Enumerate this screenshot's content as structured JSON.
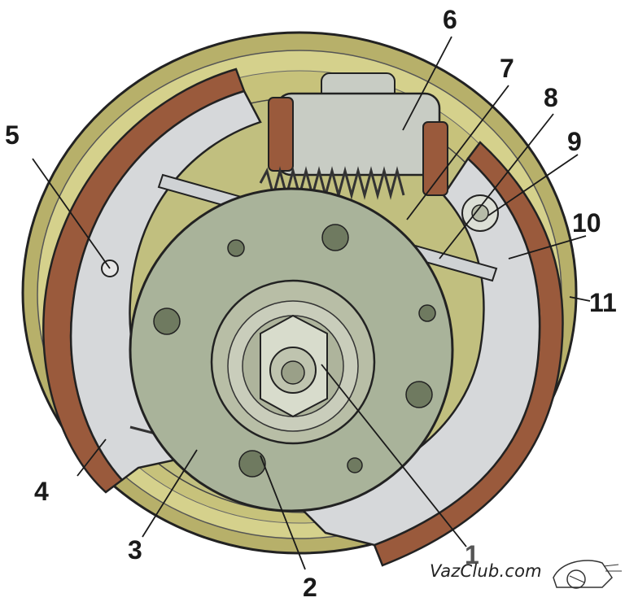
{
  "callouts": {
    "c1": "1",
    "c2": "2",
    "c3": "3",
    "c4": "4",
    "c5": "5",
    "c6": "6",
    "c7": "7",
    "c8": "8",
    "c9": "9",
    "c10": "10",
    "c11": "11"
  },
  "watermark": {
    "text": "VazClub.com",
    "logo": "car-logo"
  },
  "colors": {
    "drum": "#c9c57a",
    "lining": "#9a5a3c",
    "shoe": "#d6d8da",
    "hub": "#a9b39a",
    "cylinder": "#c8ccc4",
    "outline": "#222222"
  }
}
